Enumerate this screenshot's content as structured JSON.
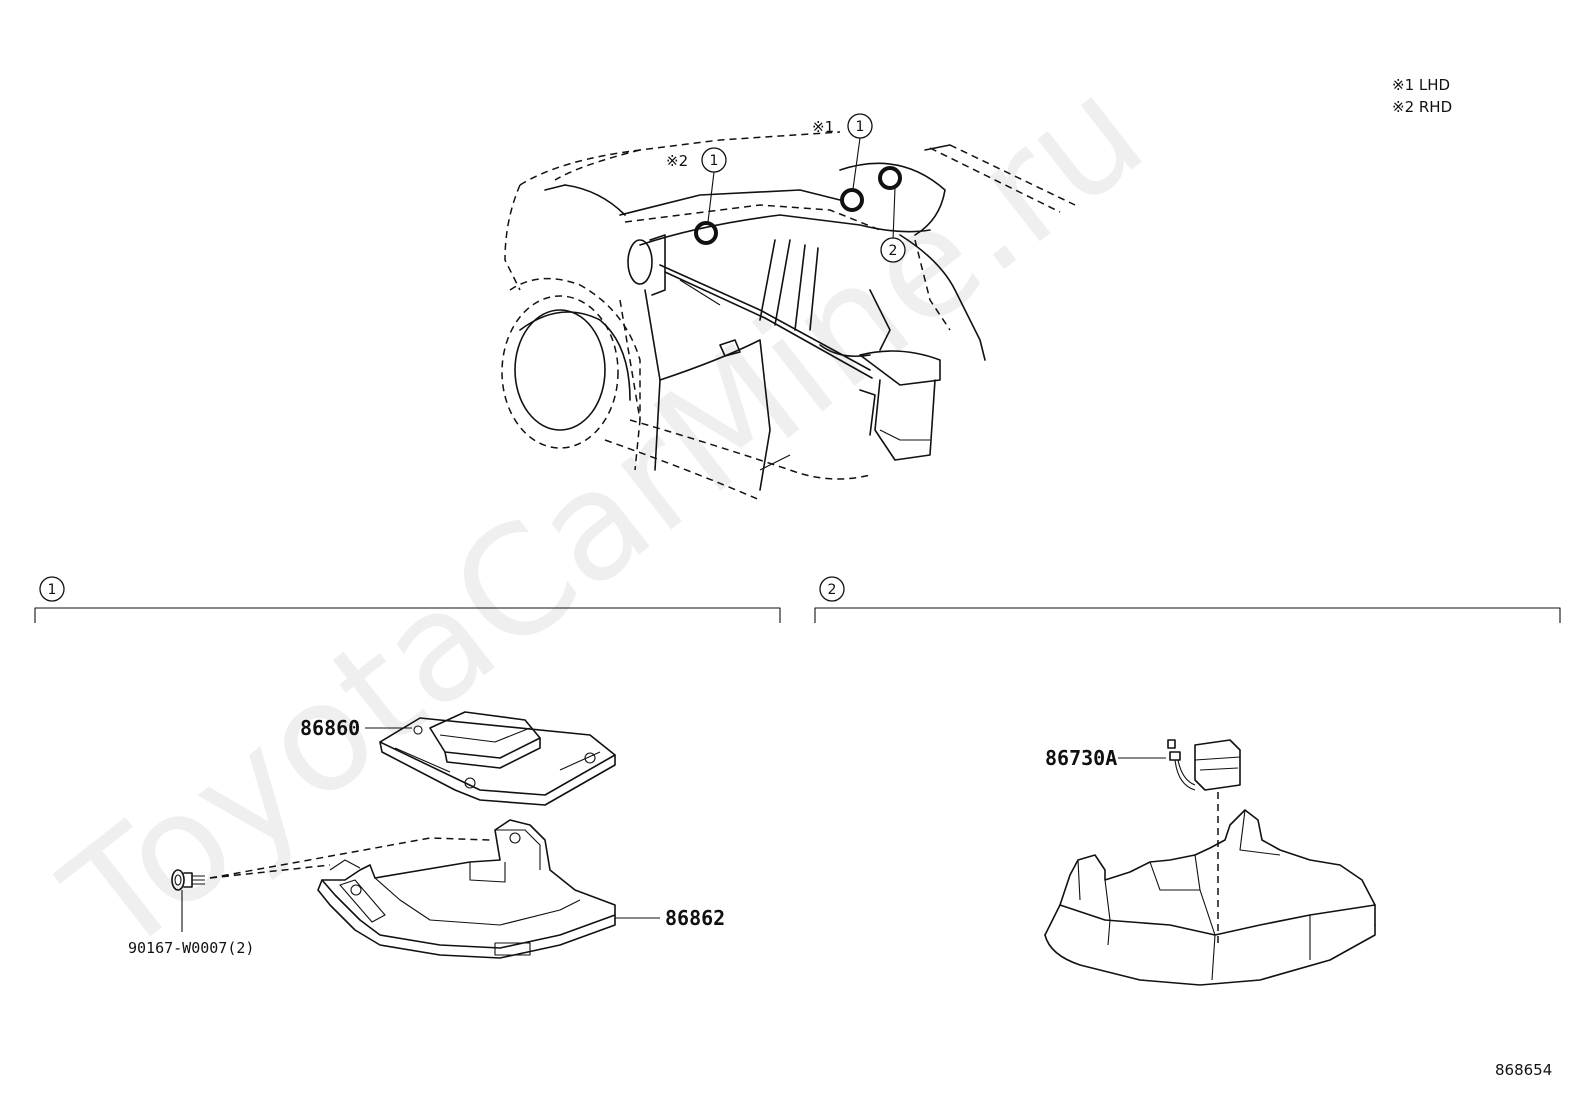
{
  "notes": {
    "lhd": "※1 LHD",
    "rhd": "※2 RHD",
    "mark1": "※1",
    "mark2": "※2"
  },
  "callouts": {
    "one": "1",
    "two": "2"
  },
  "sections": {
    "left_marker": "1",
    "right_marker": "2"
  },
  "parts": {
    "p86860": "86860",
    "p86862": "86862",
    "p90167": "90167-W0007(2)",
    "p86730A": "86730A"
  },
  "watermark": "ToyotaCarMine.ru",
  "diagram_id": "868654"
}
